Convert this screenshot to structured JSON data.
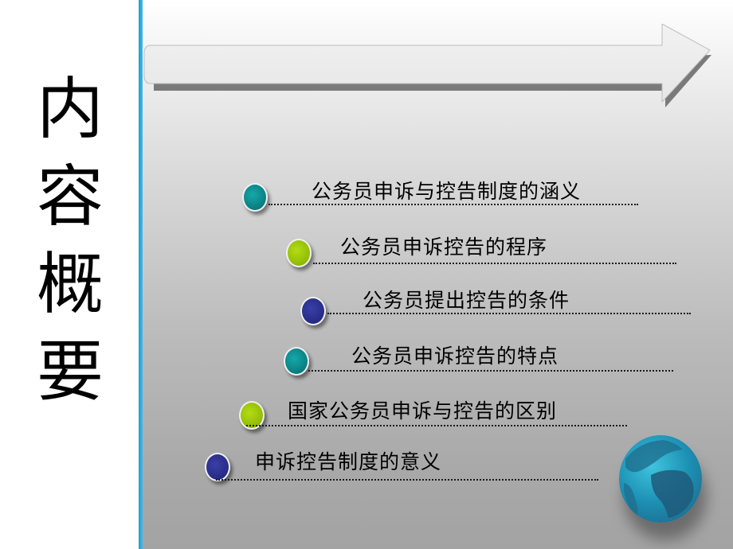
{
  "sidebar": {
    "title_chars": [
      "内",
      "容",
      "概",
      "要"
    ]
  },
  "agenda": {
    "items": [
      {
        "label": "公务员申诉与控告制度的涵义",
        "bullet": "teal"
      },
      {
        "label": "公务员申诉控告的程序",
        "bullet": "green"
      },
      {
        "label": "公务员提出控告的条件",
        "bullet": "blue"
      },
      {
        "label": "公务员申诉控告的特点",
        "bullet": "teal"
      },
      {
        "label": "国家公务员申诉与控告的区别",
        "bullet": "green"
      },
      {
        "label": "申诉控告制度的意义",
        "bullet": "blue"
      }
    ]
  },
  "colors": {
    "divider": "#1a9fd6",
    "teal": "#0a8a8c",
    "green": "#9cc80a",
    "blue": "#2a2e8e",
    "globe": "#2aaed0"
  },
  "decor": {
    "arrow": "right-arrow-icon",
    "globe": "globe-icon"
  }
}
